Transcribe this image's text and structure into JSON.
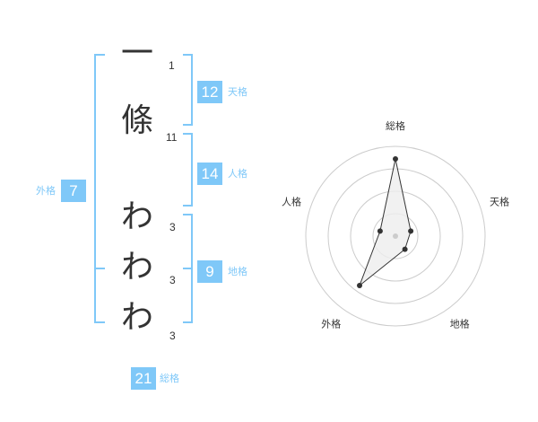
{
  "name": {
    "chars": [
      {
        "char": "一",
        "strokes": "1"
      },
      {
        "char": "條",
        "strokes": "11"
      },
      {
        "char": "わ",
        "strokes": "3"
      },
      {
        "char": "わ",
        "strokes": "3"
      },
      {
        "char": "わ",
        "strokes": "3"
      }
    ]
  },
  "fortune": {
    "tenkaku": {
      "value": "12",
      "label": "天格"
    },
    "jinkaku": {
      "value": "14",
      "label": "人格"
    },
    "chikaku": {
      "value": "9",
      "label": "地格"
    },
    "gaikaku": {
      "value": "7",
      "label": "外格"
    },
    "soukaku": {
      "value": "21",
      "label": "総格"
    }
  },
  "colors": {
    "accent": "#7fc8f8",
    "text": "#333333",
    "grid": "#cccccc",
    "fill": "#eeeeee"
  },
  "chart_data": {
    "type": "radar",
    "axes": [
      "総格",
      "天格",
      "地格",
      "外格",
      "人格"
    ],
    "values": [
      4.3,
      0.9,
      0.9,
      3.4,
      0.9
    ],
    "range": [
      0,
      5
    ],
    "rings": 4
  }
}
